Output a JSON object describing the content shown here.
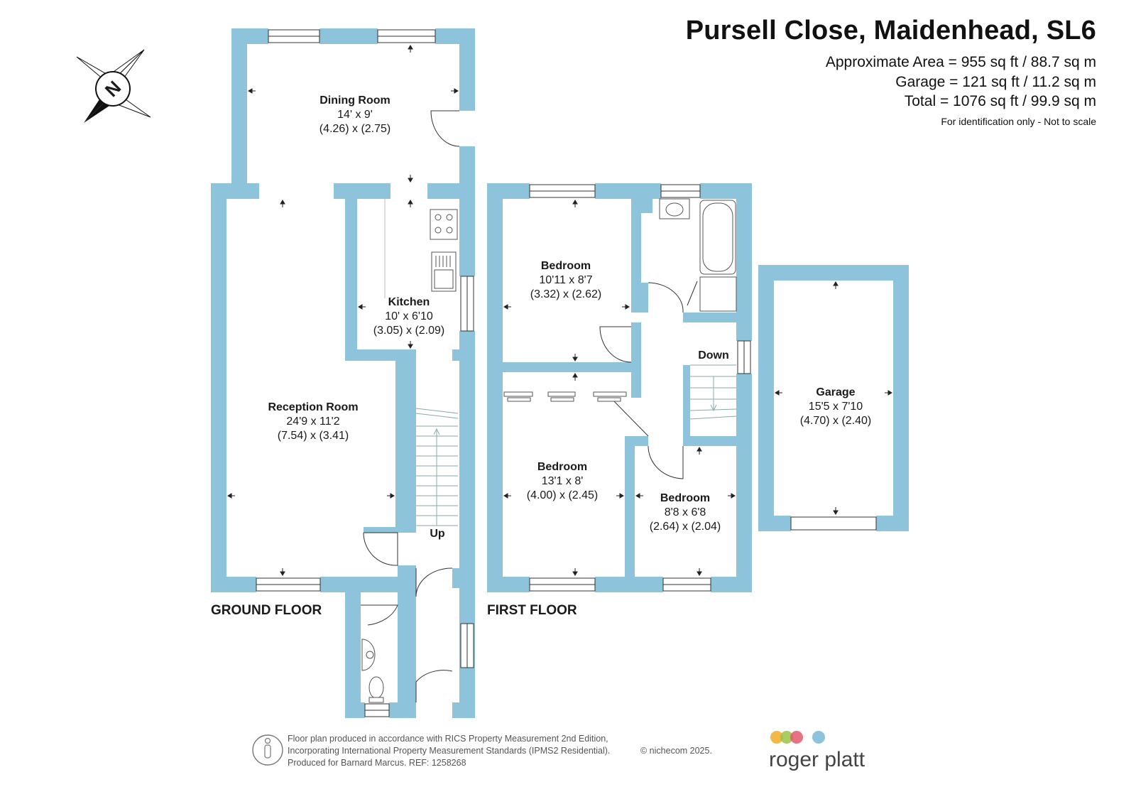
{
  "header": {
    "title": "Pursell Close, Maidenhead, SL6",
    "area_line": "Approximate Area = 955 sq ft / 88.7 sq m",
    "garage_line": "Garage = 121 sq ft / 11.2 sq m",
    "total_line": "Total = 1076 sq ft / 99.9 sq m",
    "note": "For identification only - Not to scale"
  },
  "compass": {
    "letter": "N"
  },
  "ground_floor": {
    "label": "GROUND FLOOR",
    "dining": {
      "name": "Dining Room",
      "dim_imperial": "14' x 9'",
      "dim_metric": "(4.26) x (2.75)"
    },
    "kitchen": {
      "name": "Kitchen",
      "dim_imperial": "10' x 6'10",
      "dim_metric": "(3.05) x (2.09)"
    },
    "reception": {
      "name": "Reception Room",
      "dim_imperial": "24'9 x 11'2",
      "dim_metric": "(7.54) x (3.41)"
    },
    "stairs_label": "Up"
  },
  "first_floor": {
    "label": "FIRST FLOOR",
    "bedroom1": {
      "name": "Bedroom",
      "dim_imperial": "10'11 x 8'7",
      "dim_metric": "(3.32) x (2.62)"
    },
    "bedroom2": {
      "name": "Bedroom",
      "dim_imperial": "13'1 x 8'",
      "dim_metric": "(4.00) x (2.45)"
    },
    "bedroom3": {
      "name": "Bedroom",
      "dim_imperial": "8'8 x 6'8",
      "dim_metric": "(2.64) x (2.04)"
    },
    "stairs_label": "Down"
  },
  "garage": {
    "name": "Garage",
    "dim_imperial": "15'5 x 7'10",
    "dim_metric": "(4.70) x (2.40)"
  },
  "footer": {
    "line1": "Floor plan produced in accordance with RICS Property Measurement 2nd Edition,",
    "line2": "Incorporating International Property Measurement Standards (IPMS2 Residential).",
    "line3": "Produced for Barnard Marcus.   REF:  1258268",
    "copyright": "© nichecom 2025.",
    "brand": "roger platt"
  },
  "colors": {
    "wall": "#8ec3dc",
    "fixture": "#8ec3dc",
    "brand_dots": [
      "#f2b134",
      "#9cc24a",
      "#e05a6d",
      "#8ec3dc"
    ]
  }
}
